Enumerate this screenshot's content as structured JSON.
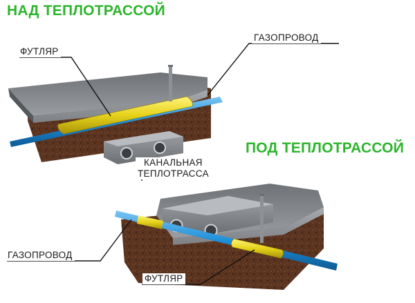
{
  "headings": {
    "top": "НАД ТЕПЛОТРАССОЙ",
    "bottom": "ПОД ТЕПЛОТРАССОЙ"
  },
  "labels": {
    "gas_pipeline_top": "ГАЗОПРОВОД",
    "sleeve_top": "ФУТЛЯР",
    "channel_line1": "КАНАЛЬНАЯ",
    "channel_line2": "ТЕПЛОТРАССА",
    "gas_pipeline_bottom": "ГАЗОПРОВОД",
    "sleeve_bottom": "ФУТЛЯР"
  },
  "colors": {
    "heading": "#2db52d",
    "soil": "#5a3420",
    "concrete": "#8c8f93",
    "pipe": "#1e8fd8",
    "sleeve": "#e6d21a",
    "leader": "#111111"
  }
}
